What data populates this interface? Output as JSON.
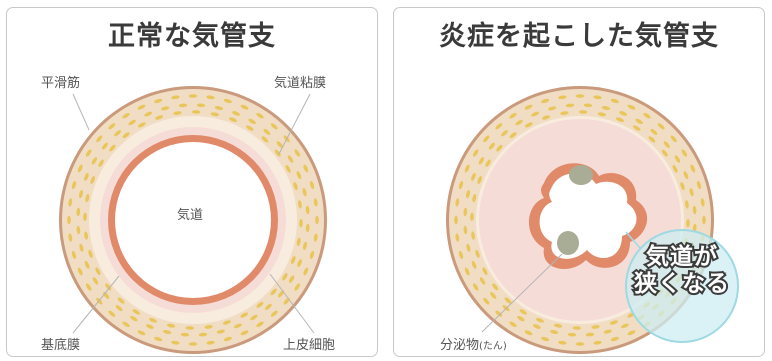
{
  "left_panel": {
    "title": "正常な気管支",
    "labels": {
      "smooth_muscle": "平滑筋",
      "airway_mucosa": "気道粘膜",
      "airway": "気道",
      "basement_membrane": "基底膜",
      "epithelial_cells": "上皮細胞"
    }
  },
  "right_panel": {
    "title": "炎症を起こした気管支",
    "labels": {
      "secretion": "分泌物",
      "secretion_note": "(たん)"
    },
    "callout": {
      "line1": "気道が",
      "line2": "狭くなる"
    }
  },
  "colors": {
    "outer_ring": "#f1dcc4",
    "cell_dots": "#e8c65a",
    "mucosa": "#f8ecdf",
    "inner_pink": "#f6dcd7",
    "epithelium": "#e18a6a",
    "secretion": "#a9ad95",
    "magnifier": "#cdeef2"
  }
}
